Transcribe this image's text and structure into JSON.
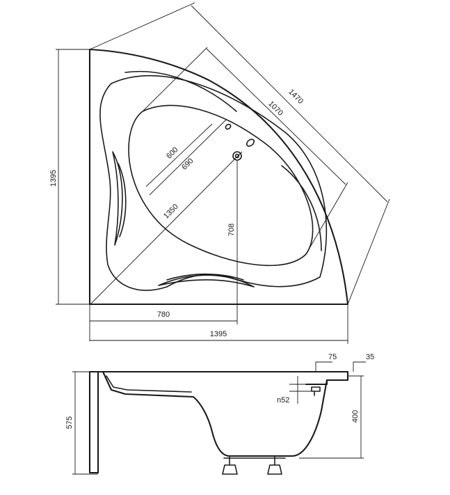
{
  "plan_view": {
    "dimensions": {
      "height_left": "1395",
      "width_bottom": "1395",
      "to_drain": "780",
      "diagonal_outer": "1470",
      "diagonal_inner": "1070",
      "basin_width": "600",
      "basin_length": "690",
      "basin_depth_long": "1350",
      "drain_offset": "708"
    }
  },
  "side_view": {
    "dimensions": {
      "total_height": "575",
      "rim_width": "75",
      "rim_lip": "35",
      "overflow": "n52",
      "basin_depth": "400"
    }
  }
}
